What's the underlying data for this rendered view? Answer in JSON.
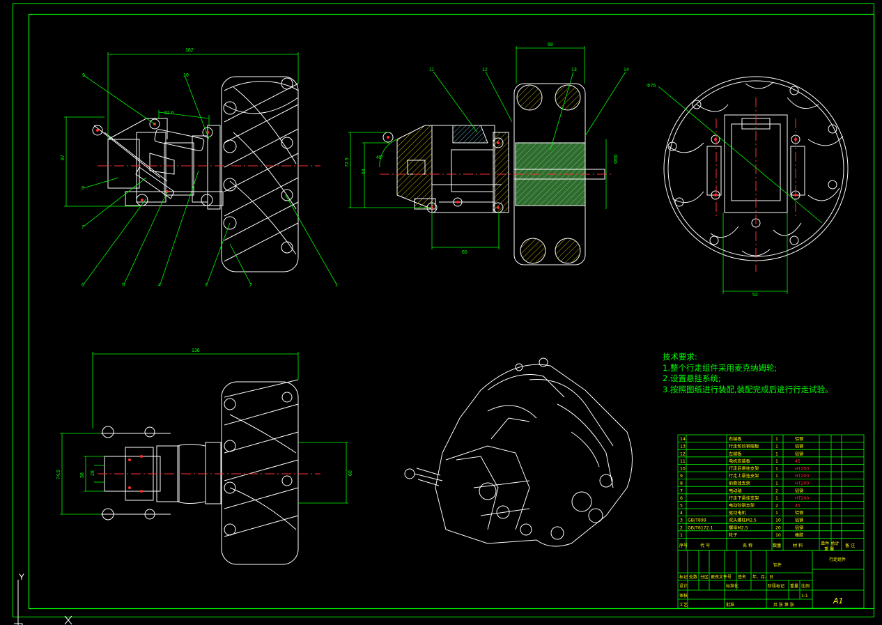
{
  "colors": {
    "background": "#000000",
    "frame": "#00ff00",
    "drawing": "#ffffff",
    "dimension": "#00ff00",
    "centerline": "#ff0000",
    "hatch": "#c8b400",
    "hatch_fill": "#3a7a3a",
    "text_yellow": "#ffff00",
    "point": "#ff3030"
  },
  "dimensions": {
    "top_width": "182",
    "top_inner": "52.6",
    "top_height": "87",
    "section_width": "68",
    "section_height_outer": "72.5",
    "section_height_inner": "64",
    "section_angle": "45°",
    "section_bottom": "65",
    "section_right": "Φ60",
    "circle_dia": "Φ75",
    "circle_bottom": "52",
    "plan_width": "136",
    "plan_height": "74.5",
    "plan_left_inner": "38",
    "plan_left_inner2": "28",
    "plan_right": "60"
  },
  "balloons": [
    "9",
    "10",
    "8",
    "7",
    "6",
    "5",
    "4",
    "3",
    "2",
    "1",
    "11",
    "12",
    "13",
    "14"
  ],
  "tech_requirements": {
    "title": "技术要求:",
    "lines": [
      "1.整个行走组件采用麦克纳姆轮;",
      "2.设置悬挂系统;",
      "3.按照图纸进行装配,装配完成后进行行走试验。"
    ]
  },
  "parts_list": {
    "rows": [
      {
        "no": "14",
        "code": "",
        "name": "右端板",
        "qty": "1",
        "material": "铝钢"
      },
      {
        "no": "13",
        "code": "",
        "name": "行走轮铰钢端板",
        "qty": "1",
        "material": "铝钢"
      },
      {
        "no": "12",
        "code": "",
        "name": "左端板",
        "qty": "1",
        "material": "铝钢"
      },
      {
        "no": "11",
        "code": "",
        "name": "电机安装板",
        "qty": "1",
        "material": "45"
      },
      {
        "no": "10",
        "code": "",
        "name": "行走后悬挂支架",
        "qty": "1",
        "material": "HT200"
      },
      {
        "no": "9",
        "code": "",
        "name": "行走上悬挂支架",
        "qty": "1",
        "material": "HT200"
      },
      {
        "no": "8",
        "code": "",
        "name": "前悬挂支架",
        "qty": "1",
        "material": "HT200"
      },
      {
        "no": "7",
        "code": "",
        "name": "电动轴",
        "qty": "2",
        "material": "铝钢"
      },
      {
        "no": "6",
        "code": "",
        "name": "行走下悬挂支架",
        "qty": "1",
        "material": "HT200"
      },
      {
        "no": "5",
        "code": "",
        "name": "电动铰钢支架",
        "qty": "2",
        "material": "45"
      },
      {
        "no": "4",
        "code": "",
        "name": "驱动电机",
        "qty": "1",
        "material": "铝钢"
      },
      {
        "no": "3",
        "code": "GB/T899",
        "name": "双头螺柱M2.5",
        "qty": "10",
        "material": "铝钢"
      },
      {
        "no": "2",
        "code": "GB/T6172.1",
        "name": "螺母M2.5",
        "qty": "20",
        "material": "铝钢"
      },
      {
        "no": "1",
        "code": "",
        "name": "轮子",
        "qty": "10",
        "material": "橡胶"
      }
    ],
    "header": {
      "no": "序号",
      "code": "代 号",
      "name": "名 称",
      "qty": "数量",
      "material": "材 料",
      "weight": "单件 总计",
      "weight_sub": "重 量",
      "remark": "备 注"
    }
  },
  "title_block": {
    "drawing_name": "行走组件",
    "material_mark": "铝件",
    "sheet_size": "A1",
    "scale": "1:1",
    "row_labels": [
      "标记",
      "处数",
      "分区",
      "更改文件号",
      "签名",
      "年、月、日"
    ],
    "design": "设计",
    "standard": "标准化",
    "stage_mark": "阶段标记",
    "weight": "重量",
    "scale_label": "比例",
    "review": "审核",
    "process": "工艺",
    "approve": "批准",
    "sheet_info": "共 张 第 张"
  },
  "axis_labels": {
    "y": "Y",
    "x": "X"
  }
}
